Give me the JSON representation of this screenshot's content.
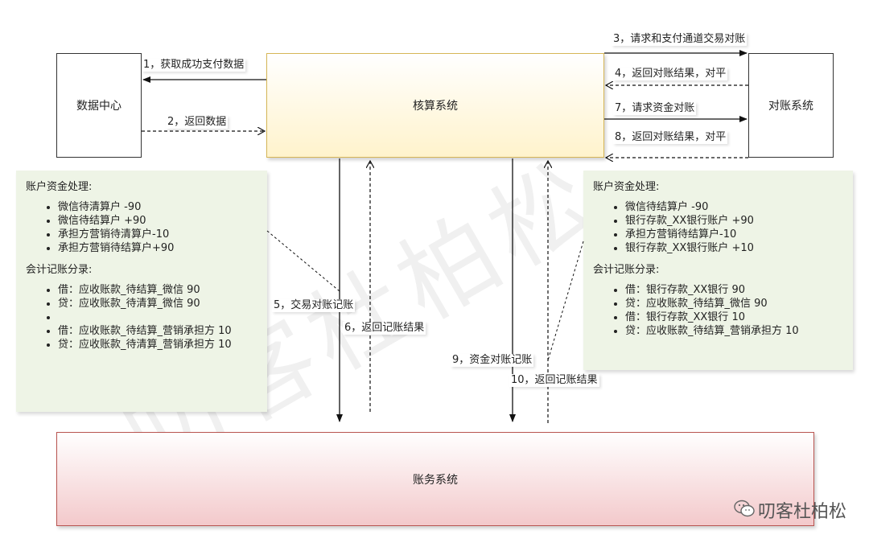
{
  "diagram": {
    "nodes": {
      "data_center": "数据中心",
      "accounting": "核算系统",
      "reconcile": "对账系统",
      "ledger": "账务系统"
    },
    "arrows": {
      "a1": "1，获取成功支付数据",
      "a2": "2，返回数据",
      "a3": "3，请求和支付通道交易对账",
      "a4": "4，返回对账结果，对平",
      "a7": "7，请求资金对账",
      "a8": "8，返回对账结果，对平",
      "a5": "5，交易对账记账",
      "a6": "6，返回记账结果",
      "a9": "9，资金对账记账",
      "a10": "10，返回记账结果"
    },
    "left_panel": {
      "title1": "账户资金处理:",
      "items1": [
        "微信待清算户 -90",
        "微信待结算户 +90",
        "承担方营销待清算户-10",
        "承担方营销待结算户+90"
      ],
      "title2": "会计记账分录:",
      "items2": [
        "借：应收账款_待结算_微信 90",
        "贷：应收账款_待清算_微信 90",
        "",
        "借：应收账款_待结算_营销承担方 10",
        "贷：应收账款_待清算_营销承担方 10"
      ]
    },
    "right_panel": {
      "title1": "账户资金处理:",
      "items1": [
        "微信待结算户 -90",
        "银行存款_XX银行账户 +90",
        "承担方营销待结算户-10",
        "银行存款_XX银行账户 +10"
      ],
      "title2": "会计记账分录:",
      "items2": [
        "借：银行存款_XX银行 90",
        "贷：应收账款_待结算_微信 90",
        "借：银行存款_XX银行 10",
        "贷：应收账款_待结算_营销承担方 10"
      ]
    },
    "watermark": {
      "brand": "叨客杜柏松",
      "icon": "wechat-icon"
    }
  }
}
